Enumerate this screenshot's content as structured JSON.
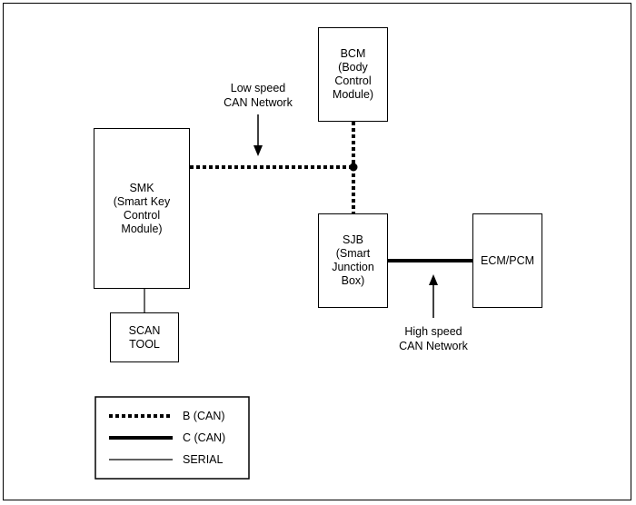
{
  "modules": {
    "bcm": "BCM\n(Body\nControl\nModule)",
    "smk": "SMK\n(Smart Key\nControl\nModule)",
    "sjb": "SJB\n(Smart\nJunction\nBox)",
    "ecm": "ECM/PCM",
    "scan_tool": "SCAN\nTOOL"
  },
  "annotations": {
    "low_speed": "Low speed\nCAN Network",
    "high_speed": "High speed\nCAN Network"
  },
  "legend": {
    "b_can": "B (CAN)",
    "c_can": "C (CAN)",
    "serial": "SERIAL"
  }
}
